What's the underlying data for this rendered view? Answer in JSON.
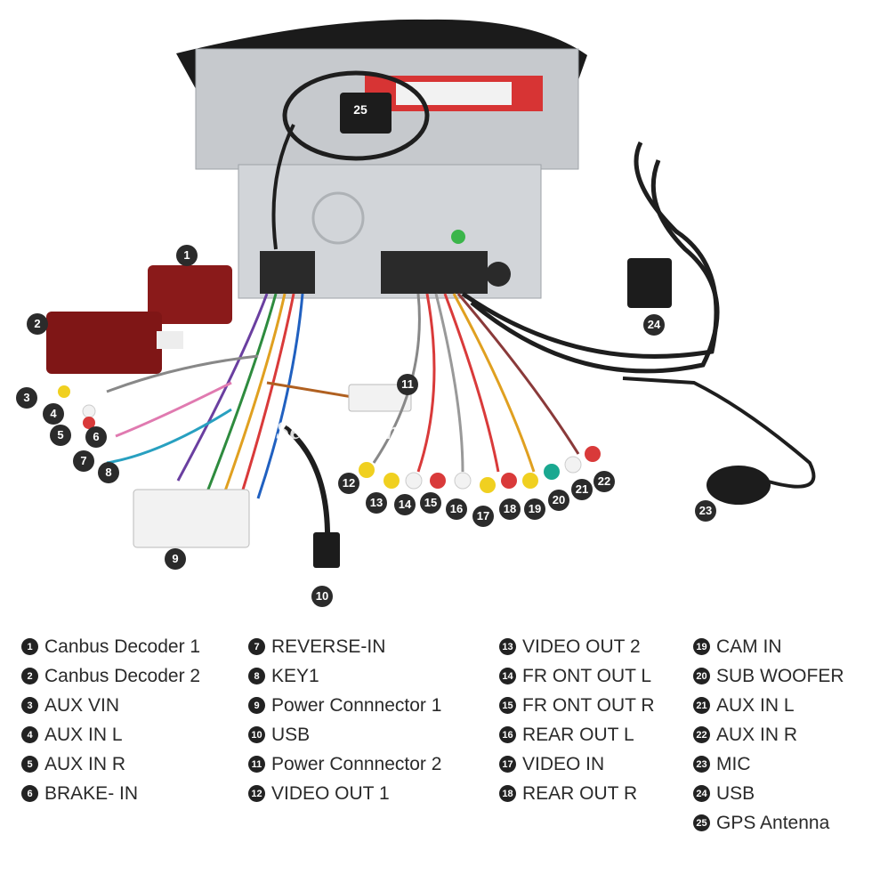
{
  "watermark": "Seicane.com",
  "colors": {
    "badge": "#2b2b2b",
    "chassis": "#c9ccd0",
    "bezel": "#1b1b1b",
    "decoder": "#8a1a1a",
    "cable": "#1e1e1e"
  },
  "badges": [
    "1",
    "2",
    "3",
    "4",
    "5",
    "6",
    "7",
    "8",
    "9",
    "10",
    "11",
    "12",
    "13",
    "14",
    "15",
    "16",
    "17",
    "18",
    "19",
    "20",
    "21",
    "22",
    "23",
    "24",
    "25"
  ],
  "legend": {
    "col1": [
      {
        "num": "1",
        "label": "Canbus Decoder 1"
      },
      {
        "num": "2",
        "label": "Canbus Decoder 2"
      },
      {
        "num": "3",
        "label": "AUX VIN"
      },
      {
        "num": "4",
        "label": "AUX IN L"
      },
      {
        "num": "5",
        "label": "AUX IN R"
      },
      {
        "num": "6",
        "label": "BRAKE- IN"
      }
    ],
    "col2": [
      {
        "num": "7",
        "label": "REVERSE-IN"
      },
      {
        "num": "8",
        "label": "KEY1"
      },
      {
        "num": "9",
        "label": "Power Connnector 1"
      },
      {
        "num": "10",
        "label": "USB"
      },
      {
        "num": "11",
        "label": "Power Connnector 2"
      },
      {
        "num": "12",
        "label": "VIDEO OUT 1"
      }
    ],
    "col3": [
      {
        "num": "13",
        "label": "VIDEO OUT 2"
      },
      {
        "num": "14",
        "label": "FR ONT OUT L"
      },
      {
        "num": "15",
        "label": "FR ONT OUT R"
      },
      {
        "num": "16",
        "label": "REAR OUT L"
      },
      {
        "num": "17",
        "label": "VIDEO IN"
      },
      {
        "num": "18",
        "label": "REAR OUT R"
      }
    ],
    "col4": [
      {
        "num": "19",
        "label": "CAM IN"
      },
      {
        "num": "20",
        "label": "SUB WOOFER"
      },
      {
        "num": "21",
        "label": "AUX IN L"
      },
      {
        "num": "22",
        "label": "AUX IN R"
      },
      {
        "num": "23",
        "label": "MIC"
      },
      {
        "num": "24",
        "label": "USB"
      },
      {
        "num": "25",
        "label": "GPS Antenna"
      }
    ]
  }
}
